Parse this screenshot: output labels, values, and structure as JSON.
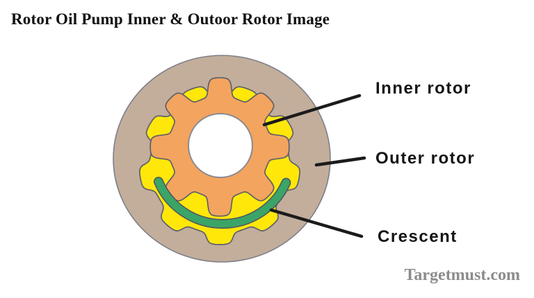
{
  "header": {
    "title": "Rotor Oil Pump Inner & Outoor Rotor Image"
  },
  "diagram": {
    "labels": {
      "inner_rotor": "Inner rotor",
      "outer_rotor": "Outer rotor",
      "crescent": "Crescent"
    },
    "colors": {
      "housing_tan": "#C2AE9B",
      "housing_outline_gray": "#7E7E88",
      "outer_rotor_yellow": "#FFE70A",
      "inner_rotor_orange": "#F3A45E",
      "gear_outline_gray": "#5E5F6A",
      "center_hole_white": "#FFFFFF",
      "hole_outline_gray": "#8A8A93",
      "crescent_green": "#3BA467",
      "crescent_outline_gray": "#52525E",
      "pointer_black": "#1B1B1B"
    }
  },
  "footer": {
    "watermark": "Targetmust.com"
  }
}
